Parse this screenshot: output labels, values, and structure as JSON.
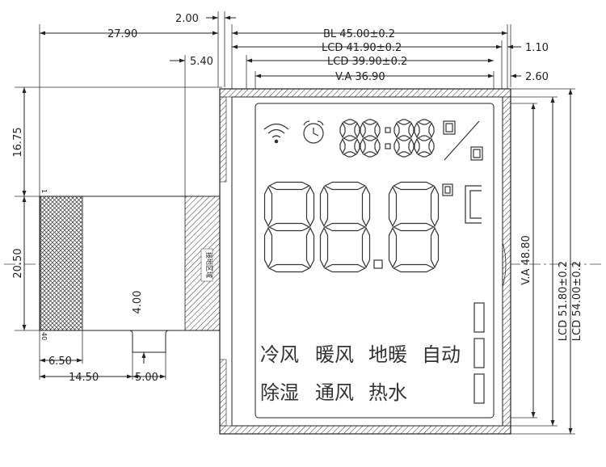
{
  "dimensions": {
    "top": [
      {
        "id": "w-2-00",
        "text": "2.00"
      },
      {
        "id": "w-27-90",
        "text": "27.90"
      },
      {
        "id": "w-5-40",
        "text": "5.40"
      },
      {
        "id": "bl-width",
        "text": "BL  45.00±0.2"
      },
      {
        "id": "lcd-outer-width",
        "text": "LCD  41.90±0.2"
      },
      {
        "id": "lcd-inner-width",
        "text": "LCD  39.90±0.2"
      },
      {
        "id": "va-width",
        "text": "V.A  36.90"
      },
      {
        "id": "w-1-10",
        "text": "1.10"
      },
      {
        "id": "w-2-60",
        "text": "2.60"
      }
    ],
    "left": [
      {
        "id": "h-16-75",
        "text": "16.75"
      },
      {
        "id": "h-20-50",
        "text": "20.50"
      },
      {
        "id": "h-4-00",
        "text": "4.00"
      }
    ],
    "bottom": [
      {
        "id": "w-6-50",
        "text": "6.50"
      },
      {
        "id": "w-14-50",
        "text": "14.50"
      },
      {
        "id": "w-5-00",
        "text": "5.00"
      }
    ],
    "right": [
      {
        "id": "va-height",
        "text": "V.A  48.80"
      },
      {
        "id": "lcd-outer-height",
        "text": "LCD  51.80±0.2"
      },
      {
        "id": "lcd-inner-height",
        "text": "LCD  54.00±0.2"
      }
    ]
  },
  "pin_labels": {
    "first": "1",
    "last": "40"
  },
  "connector_label": "接地区域",
  "icons": {
    "wifi": "wifi-icon",
    "alarm": "alarm-clock-icon"
  },
  "segments": {
    "clock": "88:88",
    "main": "88.8",
    "degree_symbol": "°",
    "celsius_symbol": "C"
  },
  "modes": {
    "row1": [
      "冷风",
      "暖风",
      "地暖",
      "自动"
    ],
    "row2": [
      "除湿",
      "通风",
      "热水"
    ]
  }
}
